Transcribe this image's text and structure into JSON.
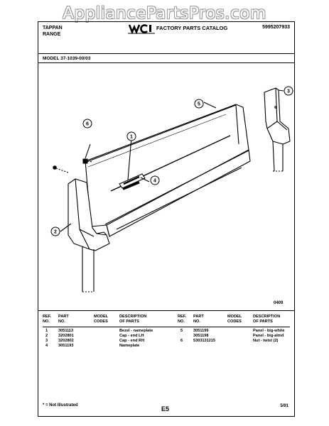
{
  "watermark": "AppliancePartsPros.com",
  "header": {
    "brand_line1": "TAPPAN",
    "brand_line2": "RANGE",
    "catalog_title": "FACTORY PARTS CATALOG",
    "catalog_number": "5995207933",
    "logo": "wci-logo"
  },
  "model_label": "MODEL 37-1039-00/03",
  "diagram": {
    "callouts": [
      "1",
      "2",
      "3",
      "4",
      "5",
      "6"
    ],
    "drawing_code": "0409"
  },
  "table": {
    "headers_left": {
      "ref": [
        "REF.",
        "NO."
      ],
      "part": [
        "PART",
        "NO."
      ],
      "model": [
        "MODEL",
        "CODES"
      ],
      "desc": [
        "DESCRIPTION",
        "OF PARTS"
      ]
    },
    "headers_right": {
      "ref": [
        "REF.",
        "NO."
      ],
      "part": [
        "PART",
        "NO."
      ],
      "model": [
        "MODEL",
        "CODES"
      ],
      "desc": [
        "DESCRIPTION",
        "OF PARTS"
      ]
    },
    "left_rows": [
      {
        "ref": "1",
        "part": "3051113",
        "desc": "Bezel - nameplate"
      },
      {
        "ref": "2",
        "part": "3202801",
        "desc": "Cap - end LH"
      },
      {
        "ref": "3",
        "part": "3202802",
        "desc": "Cap - end RH"
      },
      {
        "ref": "4",
        "part": "3051193",
        "desc": "Nameplate"
      }
    ],
    "right_rows": [
      {
        "ref": "5",
        "part": "3051199",
        "desc": "Panel - big-white"
      },
      {
        "ref": "",
        "part": "3051198",
        "desc": "Panel - big-almd"
      },
      {
        "ref": "6",
        "part": "5303131215",
        "desc": "Nut - twist (2)"
      }
    ]
  },
  "footer": {
    "note": "* = Not Illustrated",
    "page_id": "E5",
    "date": "5/91"
  }
}
